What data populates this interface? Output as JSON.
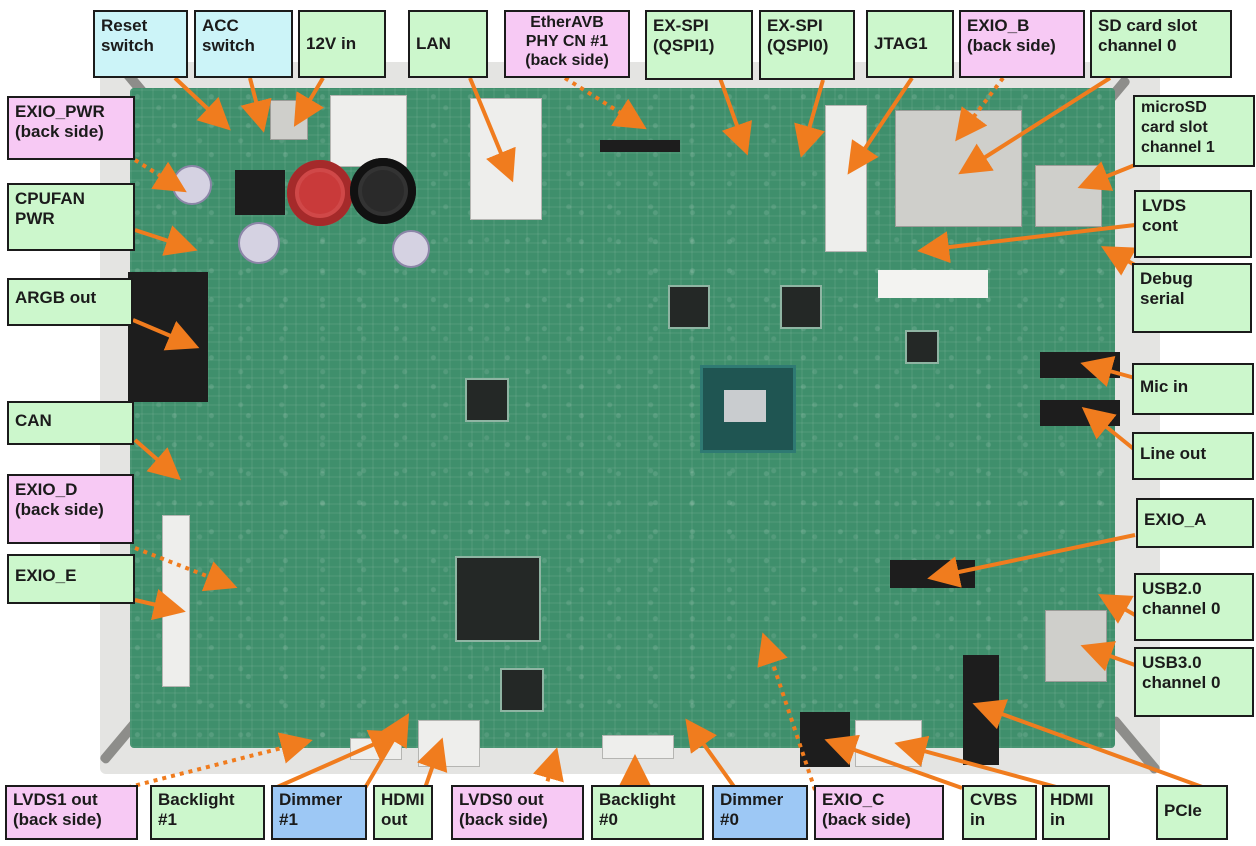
{
  "figure": {
    "subject": "Embedded board connector layout (top view)",
    "legend_colors": {
      "connector_front_side": "#ccf7cc",
      "connector_back_side": "#f7c9f4",
      "switch": "#ccf4f8",
      "dimmer": "#9dc8f5",
      "arrow": "#f07c1e"
    },
    "labels": {
      "reset_switch": "Reset\nswitch",
      "acc_switch": "ACC\nswitch",
      "v12_in": "12V in",
      "lan": "LAN",
      "etheravb": "EtherAVB\nPHY CN #1\n(back side)",
      "exspi_qspi1": "EX-SPI\n(QSPI1)",
      "exspi_qspi0": "EX-SPI\n(QSPI0)",
      "jtag1": "JTAG1",
      "exio_b": "EXIO_B\n(back side)",
      "sd_ch0": "SD card slot\nchannel 0",
      "microsd_ch1": "microSD\ncard slot\nchannel 1",
      "exio_pwr": "EXIO_PWR\n(back side)",
      "cpufan_pwr": "CPUFAN\nPWR",
      "argb_out": "ARGB out",
      "can": "CAN",
      "exio_d": "EXIO_D\n(back side)",
      "exio_e": "EXIO_E",
      "lvds_cont": "LVDS\ncont",
      "debug_serial": "Debug\nserial",
      "mic_in": "Mic in",
      "line_out": "Line out",
      "exio_a": "EXIO_A",
      "usb2_ch0": "USB2.0\nchannel 0",
      "usb3_ch0": "USB3.0\nchannel 0",
      "lvds1_out": "LVDS1 out\n(back side)",
      "backlight1": "Backlight\n #1",
      "dimmer1": "Dimmer\n #1",
      "hdmi_out": "HDMI\nout",
      "lvds0_out": "LVDS0 out\n(back side)",
      "backlight0": "Backlight\n #0",
      "dimmer0": "Dimmer\n #0",
      "exio_c": "EXIO_C\n(back side)",
      "cvbs_in": "CVBS\n in",
      "hdmi_in": "HDMI\n in",
      "pcie": "PCIe"
    }
  }
}
